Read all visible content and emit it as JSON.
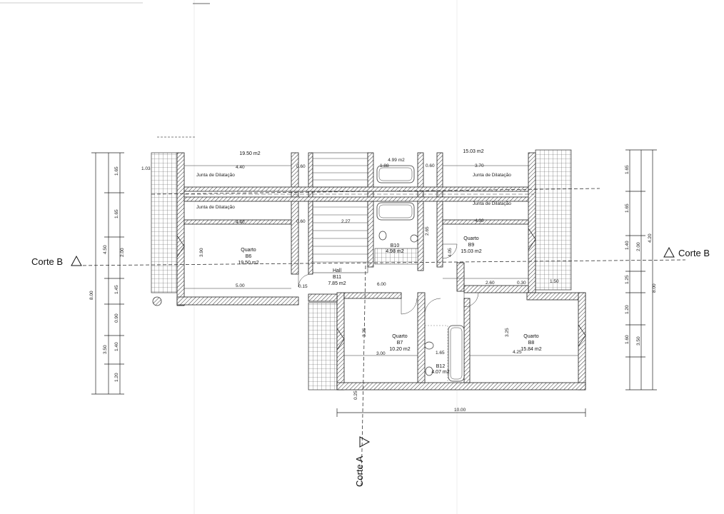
{
  "sections": {
    "corte_b_left": "Corte B",
    "corte_b_right": "Corte B",
    "corte_a": "Corte A"
  },
  "rooms": {
    "b6": {
      "name": "Quarto",
      "code": "B6",
      "area": "19.50 m2"
    },
    "b7": {
      "name": "Quarto",
      "code": "B7",
      "area": "10.20 m2"
    },
    "b8": {
      "name": "Quarto",
      "code": "B8",
      "area": "15.84 m2"
    },
    "b9": {
      "name": "Quarto",
      "code": "B9",
      "area": "15.03 m2"
    },
    "b10": {
      "code": "B10",
      "area": "4.98 m2"
    },
    "b11": {
      "name": "Hall",
      "code": "B11",
      "area": "7.85 m2"
    },
    "b12": {
      "code": "B12",
      "area": "4.07 m2"
    }
  },
  "top_labels": {
    "left_area": "19.50 m2",
    "right_area": "15.03 m2",
    "mid_area": "4.99 m2"
  },
  "joints": {
    "label": "Junta de Dilatação"
  },
  "dims": {
    "d440a": "4.40",
    "d440b": "4.40",
    "d370": "3.70",
    "d430": "4.30",
    "d500": "5.00",
    "d600": "6.00",
    "d260": "2.60",
    "d300": "3.00",
    "d425": "4.25",
    "d1000": "10.00",
    "d103": "1.03",
    "d060a": "0.60",
    "d060b": "0.60",
    "d060c": "0.60",
    "d015": "0.15",
    "d030": "0.30",
    "d150": "1.50",
    "d188": "1.88",
    "d227": "2.27",
    "d390": "3.90",
    "d405": "4.05",
    "d265": "2.65",
    "d325a": "3.25",
    "d325b": "3.25",
    "d025": "0.25",
    "d165": "1.65",
    "d800l": "8.00",
    "d800r": "8.00",
    "l165a": "1.65",
    "l165b": "1.65",
    "l450": "4.50",
    "l200": "2.00",
    "l145": "1.45",
    "l090": "0.90",
    "l140": "1.40",
    "l350": "3.50",
    "l120": "1.20",
    "r165a": "1.65",
    "r165b": "1.65",
    "r140": "1.40",
    "r200": "2.00",
    "r125": "1.25",
    "r120": "1.20",
    "r160": "1.60",
    "r350": "3.50",
    "r420": "4.20"
  }
}
